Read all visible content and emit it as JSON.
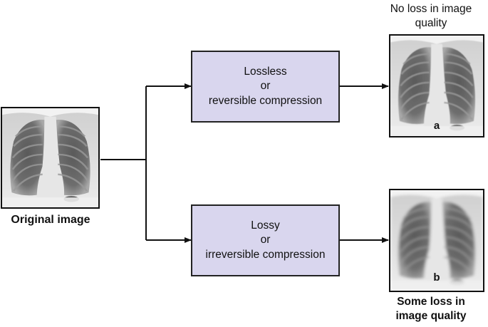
{
  "original": {
    "caption": "Original image"
  },
  "lossless": {
    "line1": "Lossless",
    "line2": "or",
    "line3": "reversible compression"
  },
  "lossy": {
    "line1": "Lossy",
    "line2": "or",
    "line3": "irreversible compression"
  },
  "result_a": {
    "caption_line1": "No loss in image",
    "caption_line2": "quality",
    "label": "a"
  },
  "result_b": {
    "caption_line1": "Some loss in",
    "caption_line2": "image quality",
    "label": "b"
  },
  "colors": {
    "box_fill": "#d9d6ee",
    "line": "#111111"
  }
}
